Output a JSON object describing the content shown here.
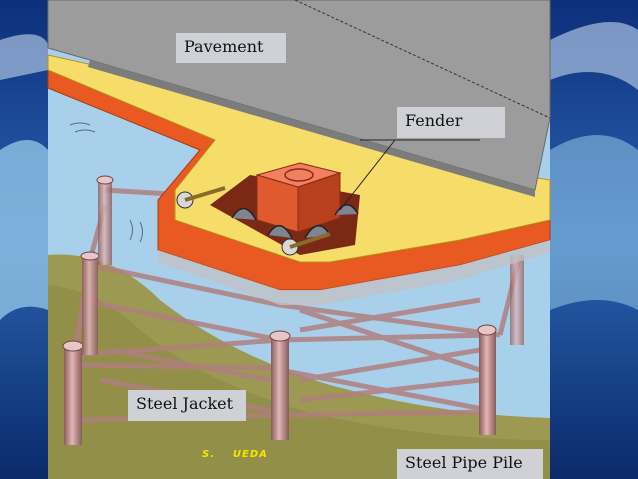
{
  "labels": {
    "pavement": "Pavement",
    "fender": "Fender",
    "steel_jacket": "Steel Jacket",
    "steel_pipe_pile": "Steel Pipe Pile"
  },
  "credit": "S.    UEDA",
  "colors": {
    "water": "#a9d0ea",
    "deck_yellow": "#f6dc68",
    "deck_orange": "#e85a22",
    "pavement": "#9c9c9c",
    "seabed": "#9c9a52",
    "steel_pipe": "#c08c8c",
    "label_bg": "#cfd1d6",
    "credit": "#f2e600"
  }
}
